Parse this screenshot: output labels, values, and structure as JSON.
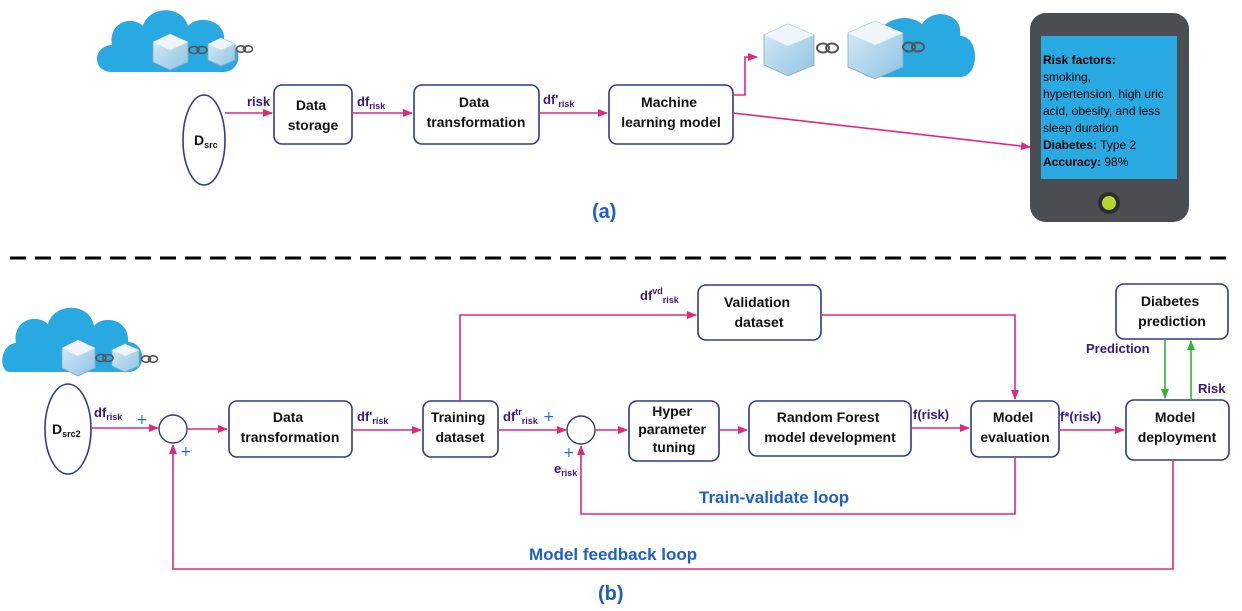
{
  "panel_a": {
    "label": "(a)",
    "source": {
      "main": "D",
      "sub": "src"
    },
    "edge_risk": "risk",
    "boxes": {
      "storage": [
        "Data",
        "storage"
      ],
      "transform": [
        "Data",
        "transformation"
      ],
      "ml": [
        "Machine",
        "learning model"
      ]
    },
    "edge_dfrisk": {
      "main": "df",
      "sub": "risk"
    },
    "edge_dfprime": {
      "main": "df'",
      "sub": "risk"
    },
    "phone": {
      "risk_title": "Risk factors:",
      "risk_lines": [
        "smoking,",
        "hypertension, high uric",
        " acid, obesity, and less",
        " sleep duration"
      ],
      "diabetes_label": "Diabetes:",
      "diabetes_value": " Type 2",
      "accuracy_label": "Accuracy:",
      "accuracy_value": " 98%"
    }
  },
  "panel_b": {
    "label": "(b)",
    "source": {
      "main": "D",
      "sub": "src2"
    },
    "boxes": {
      "transform": [
        "Data",
        "transformation"
      ],
      "training": [
        "Training",
        "dataset"
      ],
      "validation": [
        "Validation",
        "dataset"
      ],
      "hyper": [
        "Hyper",
        "parameter",
        "tuning"
      ],
      "rf": [
        "Random Forest",
        "model development"
      ],
      "eval": [
        "Model",
        "evaluation"
      ],
      "deploy": [
        "Model",
        "deployment"
      ],
      "predict": [
        "Diabetes",
        "prediction"
      ]
    },
    "edges": {
      "dfrisk": {
        "main": "df",
        "sub": "risk"
      },
      "dfprime": {
        "main": "df'",
        "sub": "risk"
      },
      "dftr": {
        "main": "df",
        "sup": "tr",
        "sub": "risk"
      },
      "dfvd": {
        "main": "df",
        "sup": "vd",
        "sub": "risk"
      },
      "erisk": {
        "main": "e",
        "sub": "risk"
      },
      "frisk": "f(risk)",
      "fstar": "f*(risk)",
      "prediction": "Prediction",
      "risk": "Risk"
    },
    "plus": "+",
    "train_loop": "Train-validate loop",
    "feedback_loop": "Model feedback loop"
  },
  "colors": {
    "arrow": "#e0297a",
    "arrow_green": "#2fb52f",
    "box_border": "#2f3b8c",
    "label": "#3a1780",
    "loop_text": "#1f5fc8",
    "cloud": "#29a9e1",
    "phone_screen": "#29a9e1"
  },
  "icons": [
    "cloud-icon",
    "storage-cube-icon",
    "chain-link-icon",
    "smartphone-icon"
  ]
}
